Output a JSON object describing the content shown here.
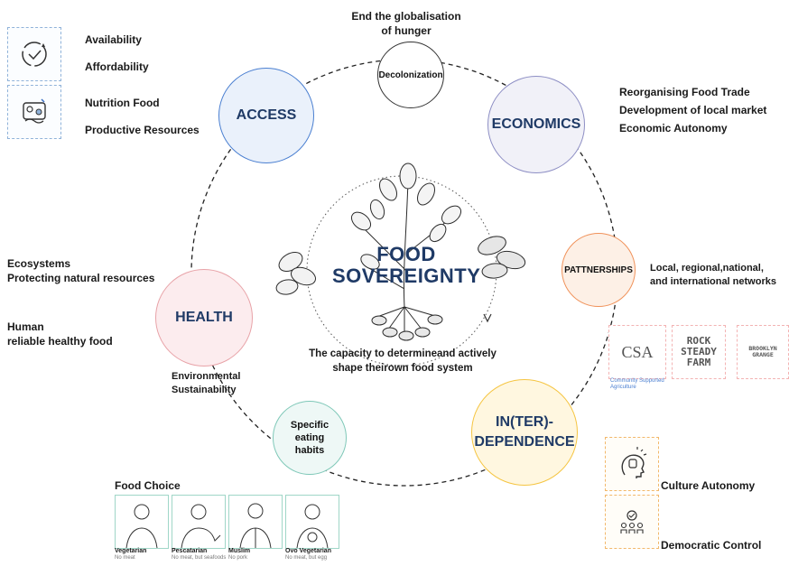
{
  "center": {
    "title_line1": "FOOD",
    "title_line2": "SOVEREIGNTY",
    "caption_line1": "The capacity to determineand actively",
    "caption_line2": "shape theirown food system"
  },
  "nodes": {
    "access": "ACCESS",
    "economics": "ECONOMICS",
    "decolonization": "Decolonization",
    "partnerships": "PATTNERSHIPS",
    "interdependence_line1": "IN(TER)-",
    "interdependence_line2": "DEPENDENCE",
    "eating_line1": "Specific",
    "eating_line2": "eating",
    "eating_line3": "habits",
    "health": "HEALTH"
  },
  "top": {
    "line1": "End the globalisation",
    "line2": "of hunger"
  },
  "access_items": {
    "availability": "Availability",
    "affordability": "Affordability",
    "nutrition": "Nutrition Food",
    "resources": "Productive Resources"
  },
  "economics_items": [
    "Reorganising Food Trade",
    "Development of local market",
    "Economic Autonomy"
  ],
  "partnership_items": {
    "line1": "Local, regional,national,",
    "line2": "and international networks"
  },
  "logos": {
    "csa": "CSA",
    "csa_sub1": "Community Supported",
    "csa_sub2": "Agriculture",
    "rock1": "ROCK",
    "rock2": "STEADY",
    "rock3": "FARM",
    "brooklyn1": "BROOKLYN",
    "brooklyn2": "GRANGE"
  },
  "health_items": {
    "eco1": "Ecosystems",
    "eco2": "Protecting natural resources",
    "human1": "Human",
    "human2": "reliable healthy food",
    "env1": "Environmental",
    "env2": "Sustainability"
  },
  "interdependence_items": {
    "culture": "Culture Autonomy",
    "democratic": "Democratic Control"
  },
  "food_choice": {
    "title": "Food Choice",
    "people": [
      {
        "name": "Vegetarian",
        "note": "No meat"
      },
      {
        "name": "Pescatarian",
        "note": "No meat, but seafoods"
      },
      {
        "name": "Muslim",
        "note": "No pork"
      },
      {
        "name": "Ovo Vegetarian",
        "note": "No meat, but egg"
      }
    ]
  },
  "colors": {
    "access": "#4a7fd1",
    "economics": "#8d8ec4",
    "partnerships": "#f0925a",
    "interdependence": "#f5c542",
    "eating": "#7fc8b8",
    "health": "#e8a3a8"
  }
}
